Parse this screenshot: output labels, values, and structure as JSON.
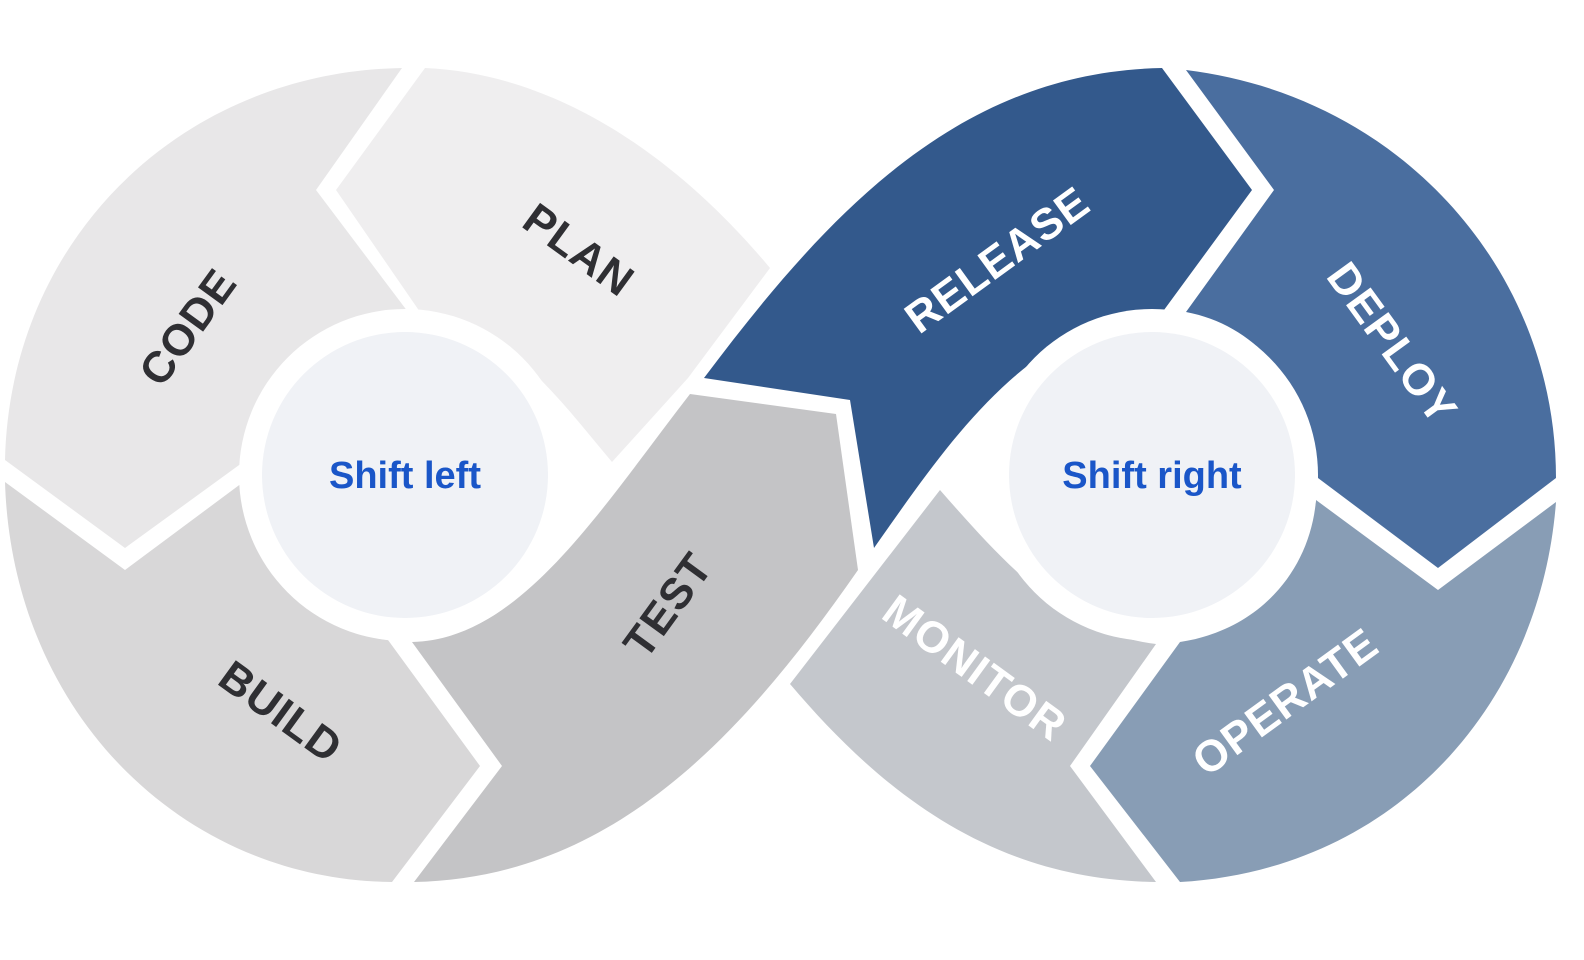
{
  "diagram": {
    "left_loop": {
      "hub_label": "Shift left",
      "stages": [
        {
          "key": "plan",
          "label": "PLAN",
          "fill": "#efeeef",
          "text_color": "#2f2f33"
        },
        {
          "key": "code",
          "label": "CODE",
          "fill": "#e8e7e8",
          "text_color": "#2f2f33"
        },
        {
          "key": "build",
          "label": "BUILD",
          "fill": "#d8d7d8",
          "text_color": "#2f2f33"
        },
        {
          "key": "test",
          "label": "TEST",
          "fill": "#c4c4c6",
          "text_color": "#2f2f33"
        }
      ]
    },
    "right_loop": {
      "hub_label": "Shift right",
      "stages": [
        {
          "key": "release",
          "label": "RELEASE",
          "fill": "#33598c",
          "text_color": "#ffffff"
        },
        {
          "key": "deploy",
          "label": "DEPLOY",
          "fill": "#4a6e9f",
          "text_color": "#ffffff"
        },
        {
          "key": "operate",
          "label": "OPERATE",
          "fill": "#889db5",
          "text_color": "#ffffff"
        },
        {
          "key": "monitor",
          "label": "MONITOR",
          "fill": "#c4c7cc",
          "text_color": "#ffffff"
        }
      ]
    },
    "colors": {
      "hub_fill": "#f0f2f6",
      "hub_text": "#1a56c8",
      "divider": "#ffffff",
      "background": "#ffffff"
    }
  }
}
